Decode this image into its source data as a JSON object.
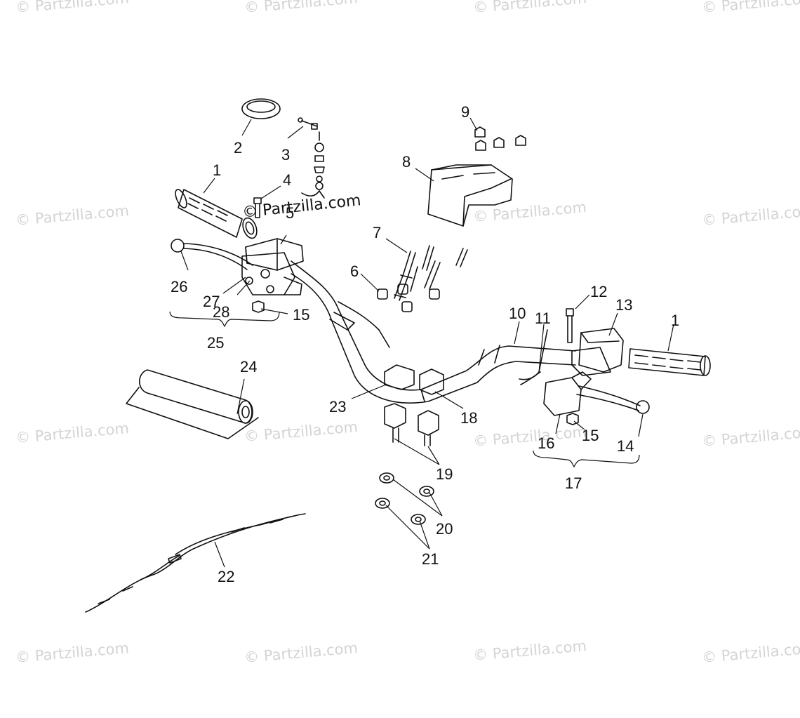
{
  "watermark": "© Partzilla.com",
  "center_watermark": "© Partzilla.com",
  "callouts": {
    "c1a": "1",
    "c2": "2",
    "c3": "3",
    "c4": "4",
    "c5": "5",
    "c6": "6",
    "c7": "7",
    "c8": "8",
    "c9": "9",
    "c10": "10",
    "c11": "11",
    "c12": "12",
    "c13": "13",
    "c1b": "1",
    "c14": "14",
    "c15a": "15",
    "c15b": "15",
    "c16": "16",
    "c17": "17",
    "c18": "18",
    "c19": "19",
    "c20": "20",
    "c21": "21",
    "c22": "22",
    "c23": "23",
    "c24": "24",
    "c25": "25",
    "c26": "26",
    "c27": "27",
    "c28": "28"
  }
}
